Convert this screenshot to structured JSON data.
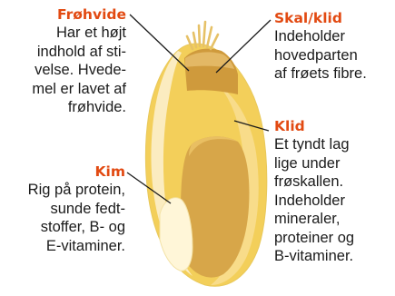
{
  "colors": {
    "accent": "#e24a12",
    "text": "#1b1b1b",
    "husk": "#cf9a3c",
    "endosperm": "#f3cf5a",
    "germ": "#fff4c8",
    "bran_layer": "#f7e3a7"
  },
  "callouts": {
    "frohvide": {
      "title": "Frøhvide",
      "text": "Har et højt\nindhold af sti-\nvelse. Hvede-\nmel er lavet af\nfrøhvide."
    },
    "kim": {
      "title": "Kim",
      "text": "Rig på protein,\nsunde fedt-\nstoffer, B- og\nE-vitaminer."
    },
    "skal_klid": {
      "title": "Skal/klid",
      "text": "Indeholder\nhovedparten\naf frøets fibre."
    },
    "klid": {
      "title": "Klid",
      "text": "Et tyndt lag\nlige under\nfrøskallen.\nIndeholder\nmineraler,\nproteiner og\nB-vitaminer."
    }
  }
}
